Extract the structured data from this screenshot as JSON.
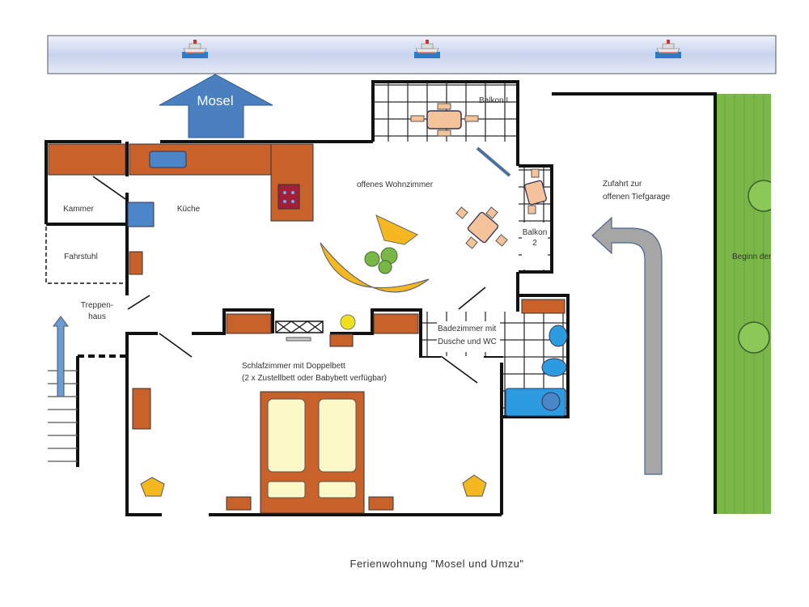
{
  "title": "Ferienwohnung \"Mosel und Umzu\"",
  "river": {
    "arrow_label": "Mosel",
    "icon": "ship-icon"
  },
  "rooms": {
    "balkon1": "Balkon I",
    "wohnzimmer": "offenes Wohnzimmer",
    "kammer": "Kammer",
    "kueche": "Küche",
    "fahrstuhl": "Fahrstuhl",
    "treppenhaus": [
      "Treppen-",
      "haus"
    ],
    "balkon2": [
      "Balkon",
      "2"
    ],
    "bad": [
      "Badezimmer mit",
      "Dusche und WC"
    ],
    "schlafzimmer": [
      "Schlafzimmer mit Doppelbett",
      "(2 x Zustellbett oder Babybett verfügbar)"
    ]
  },
  "outside": {
    "zufahrt": [
      "Zufahrt zur",
      "offenen Tiefgarage"
    ],
    "garden": "Beginn der"
  },
  "colors": {
    "wood": "#c8622a",
    "blue": "#4a86c8",
    "yellow": "#f5b820",
    "green": "#7ab648",
    "water": "#2d9be0"
  }
}
